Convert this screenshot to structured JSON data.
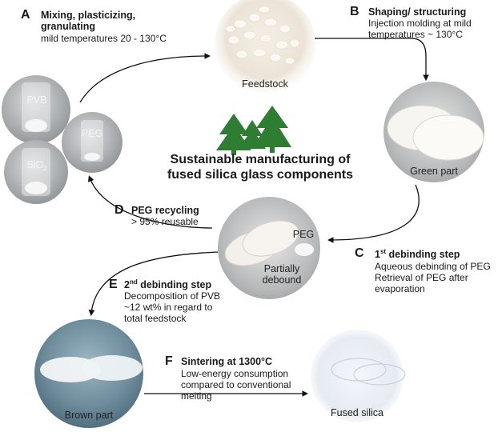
{
  "title": {
    "line1": "Sustainable manufacturing of",
    "line2": "fused silica glass components"
  },
  "steps": {
    "A": {
      "letter": "A",
      "heading_line1": "Mixing, plasticizing,",
      "heading_line2": "granulating",
      "desc": "mild temperatures 20 - 130°C"
    },
    "B": {
      "letter": "B",
      "heading": "Shaping/ structuring",
      "desc_line1": "Injection molding at mild",
      "desc_line2": "temperatures ~ 130°C"
    },
    "C": {
      "letter": "C",
      "heading_num": "1",
      "heading_sup": "st",
      "heading_rest": " debinding step",
      "desc_line1": "Aqueous debinding of PEG",
      "desc_line2": "Retrieval of PEG after",
      "desc_line3": "evaporation"
    },
    "D": {
      "letter": "D",
      "heading": "PEG recycling",
      "desc": "> 95% reusable"
    },
    "E": {
      "letter": "E",
      "heading_num": "2",
      "heading_sup": "nd",
      "heading_rest": " debinding step",
      "desc_line1": "Decomposition of PVB",
      "desc_line2": "~12 wt% in regard to",
      "desc_line3": "total feedstock"
    },
    "F": {
      "letter": "F",
      "heading": "Sintering at 1300°C",
      "desc_line1": "Low-energy consumption",
      "desc_line2": "compared to conventional",
      "desc_line3": "melting"
    }
  },
  "photos": {
    "pvb": "PVB",
    "sio2_base": "SiO",
    "sio2_sub": "2",
    "peg": "PEG",
    "feedstock": "Feedstock",
    "green_part": "Green part",
    "partially_line1": "Partially",
    "partially_line2": "debound",
    "peg_small": "PEG",
    "brown_part": "Brown part",
    "fused_silica": "Fused silica"
  },
  "colors": {
    "tree_green": "#2e7d32",
    "arrow": "#111111"
  }
}
